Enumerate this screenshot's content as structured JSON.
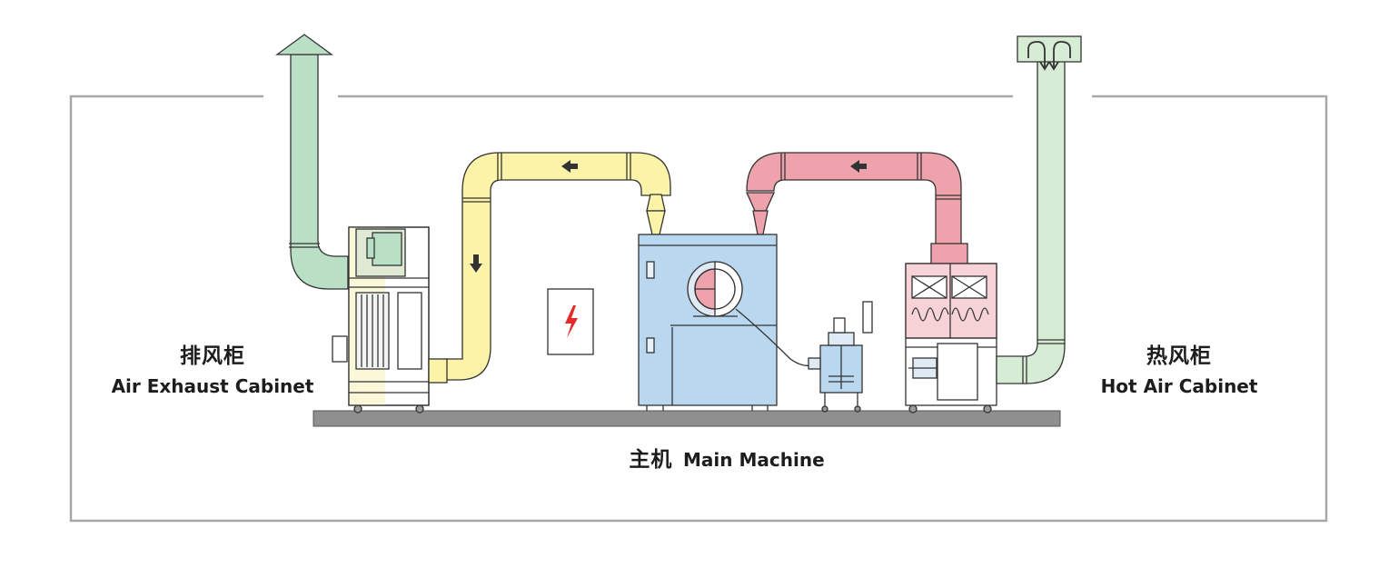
{
  "labels": {
    "exhaust_cn": "排风柜",
    "exhaust_en": "Air Exhaust Cabinet",
    "hot_cn": "热风柜",
    "hot_en": "Hot Air Cabinet",
    "main_cn": "主机",
    "main_en": "Main Machine"
  },
  "colors": {
    "exhaust_duct": "#b9dfc4",
    "return_duct": "#fbf3a8",
    "hot_duct": "#eea2ab",
    "intake_duct": "#d6ecd4",
    "main_machine": "#b9d8ef",
    "room_outline": "#a8a8a8",
    "base": "#8f8f8f",
    "warning": "#e32b2b"
  },
  "icons": [
    "up-arrow-icon",
    "flow-arrow-icon",
    "down-arrow-icon",
    "lightning-icon",
    "intake-arrows-icon"
  ]
}
